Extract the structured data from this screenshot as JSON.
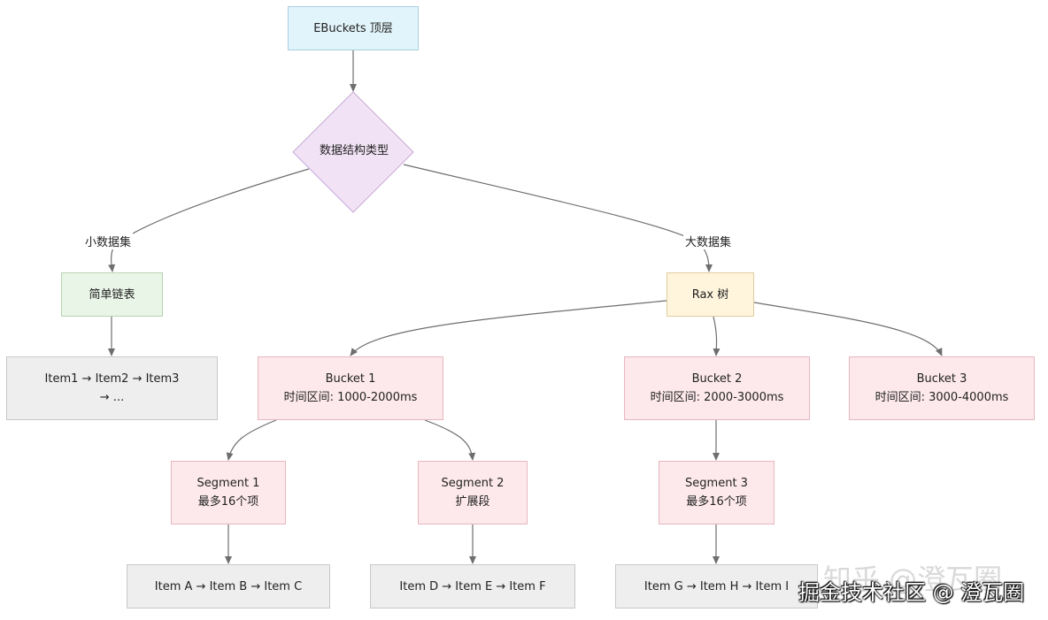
{
  "nodes": {
    "top": {
      "label": "EBuckets 顶层"
    },
    "decision": {
      "label": "数据结构类型"
    },
    "list": {
      "label": "简单链表"
    },
    "list_items": {
      "line1": "Item1 → Item2 → Item3",
      "line2": "→ ..."
    },
    "rax": {
      "label": "Rax 树"
    },
    "bucket1": {
      "title": "Bucket 1",
      "range": "时间区间: 1000-2000ms"
    },
    "bucket2": {
      "title": "Bucket 2",
      "range": "时间区间: 2000-3000ms"
    },
    "bucket3": {
      "title": "Bucket 3",
      "range": "时间区间: 3000-4000ms"
    },
    "segment1": {
      "title": "Segment 1",
      "desc": "最多16个项"
    },
    "segment2": {
      "title": "Segment 2",
      "desc": "扩展段"
    },
    "segment3": {
      "title": "Segment 3",
      "desc": "最多16个项"
    },
    "items_a": {
      "label": "Item A → Item B → Item C"
    },
    "items_d": {
      "label": "Item D → Item E → Item F"
    },
    "items_g": {
      "label": "Item G → Item H → Item I"
    }
  },
  "edge_labels": {
    "small": "小数据集",
    "large": "大数据集"
  },
  "watermarks": {
    "zhihu": "知乎 @澄瓦圈",
    "juejin": "掘金技术社区 @ 澄瓦圈"
  },
  "colors": {
    "top": "#e2f4fb",
    "decision": "#f1e3f5",
    "list": "#e9f5e6",
    "rax": "#fff4dc",
    "bucket": "#fde9ec",
    "items": "#eeeeee",
    "edge": "#6e6e6e"
  }
}
